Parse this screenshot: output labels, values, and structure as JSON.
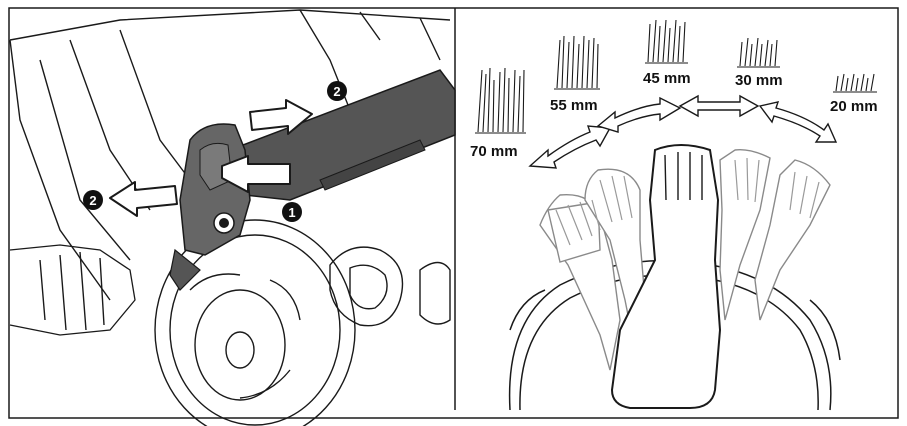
{
  "figure": {
    "callouts": [
      {
        "id": "1",
        "text": "1"
      },
      {
        "id": "2a",
        "text": "2"
      },
      {
        "id": "2b",
        "text": "2"
      }
    ],
    "height_settings": [
      {
        "label": "70 mm"
      },
      {
        "label": "55 mm"
      },
      {
        "label": "45 mm"
      },
      {
        "label": "30 mm"
      },
      {
        "label": "20 mm"
      }
    ],
    "colors": {
      "line": "#1a1a1a",
      "lever_fill": "#555555",
      "light_line": "#777777"
    }
  }
}
